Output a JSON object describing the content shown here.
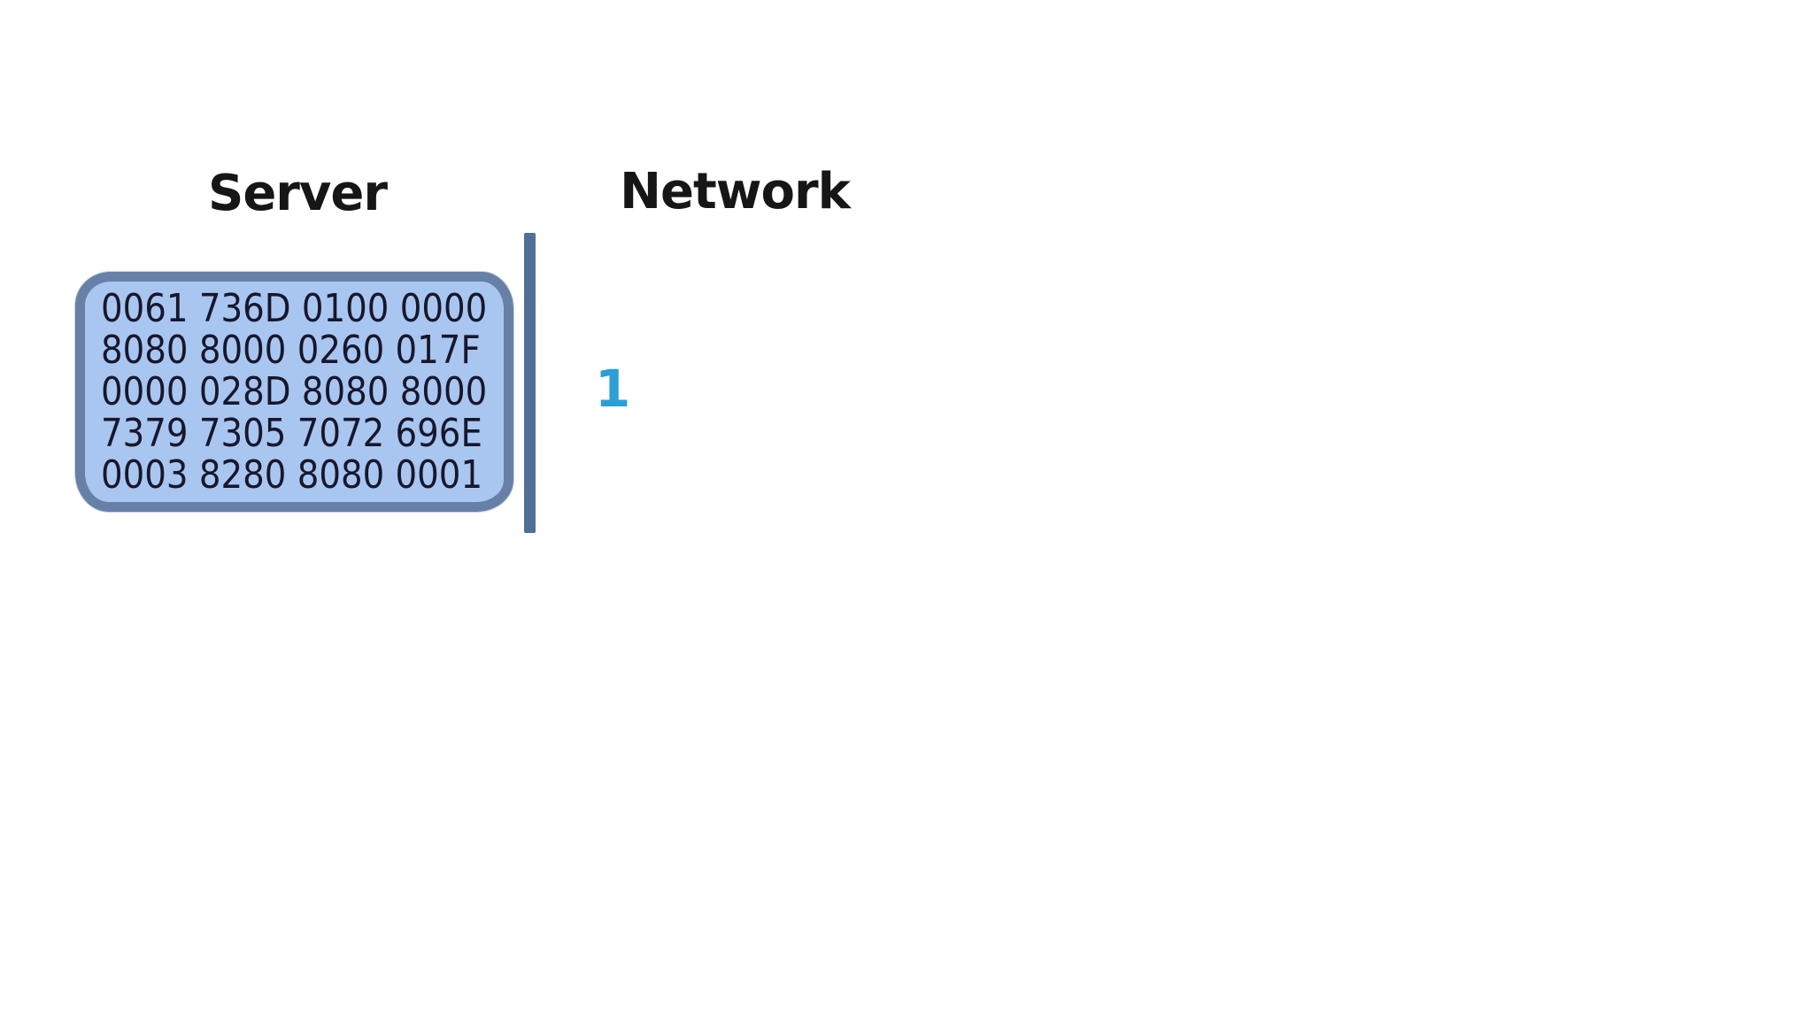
{
  "diagram": {
    "server": {
      "title": "Server",
      "packet_hex_lines": [
        "0061 736D 0100 0000",
        "8080 8000 0260 017F",
        "0000 028D 8080 8000",
        "7379 7305 7072 696E",
        "0003 8280 8080 0001"
      ]
    },
    "network": {
      "title": "Network",
      "sequence_number": "1"
    },
    "colors": {
      "background": "#ffffff",
      "packet_box_fill": "#a9c6f1",
      "packet_box_border": "#6780a8",
      "hex_text": "#17172c",
      "title_text": "#161616",
      "divider_line": "#4f6f99",
      "sequence_number": "#2b9fd6"
    }
  }
}
